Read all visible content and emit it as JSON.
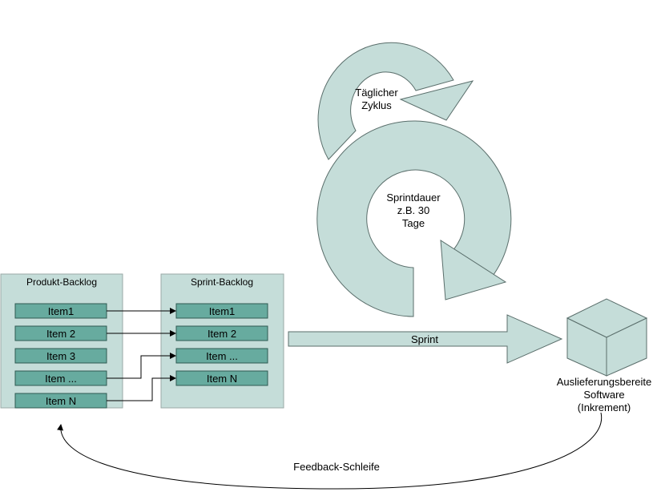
{
  "colors": {
    "panel_fill": "#c5ddd9",
    "panel_stroke": "#9aa9a6",
    "item_fill": "#67ab9f",
    "item_stroke": "#2f5a52",
    "shape_fill": "#c5ddd9",
    "shape_stroke": "#5a6e6b",
    "line": "#000000"
  },
  "product_backlog": {
    "title": "Produkt-Backlog",
    "items": [
      "Item1",
      "Item 2",
      "Item 3",
      "Item ...",
      "Item N"
    ]
  },
  "sprint_backlog": {
    "title": "Sprint-Backlog",
    "items": [
      "Item1",
      "Item 2",
      "Item ...",
      "Item N"
    ]
  },
  "daily_cycle": {
    "line1": "Täglicher",
    "line2": "Zyklus"
  },
  "sprint_cycle": {
    "line1": "Sprintdauer",
    "line2": "z.B. 30",
    "line3": "Tage"
  },
  "sprint_arrow": {
    "label": "Sprint"
  },
  "increment": {
    "line1": "Auslieferungsbereite",
    "line2": "Software",
    "line3": "(Inkrement)"
  },
  "feedback": {
    "label": "Feedback-Schleife"
  }
}
